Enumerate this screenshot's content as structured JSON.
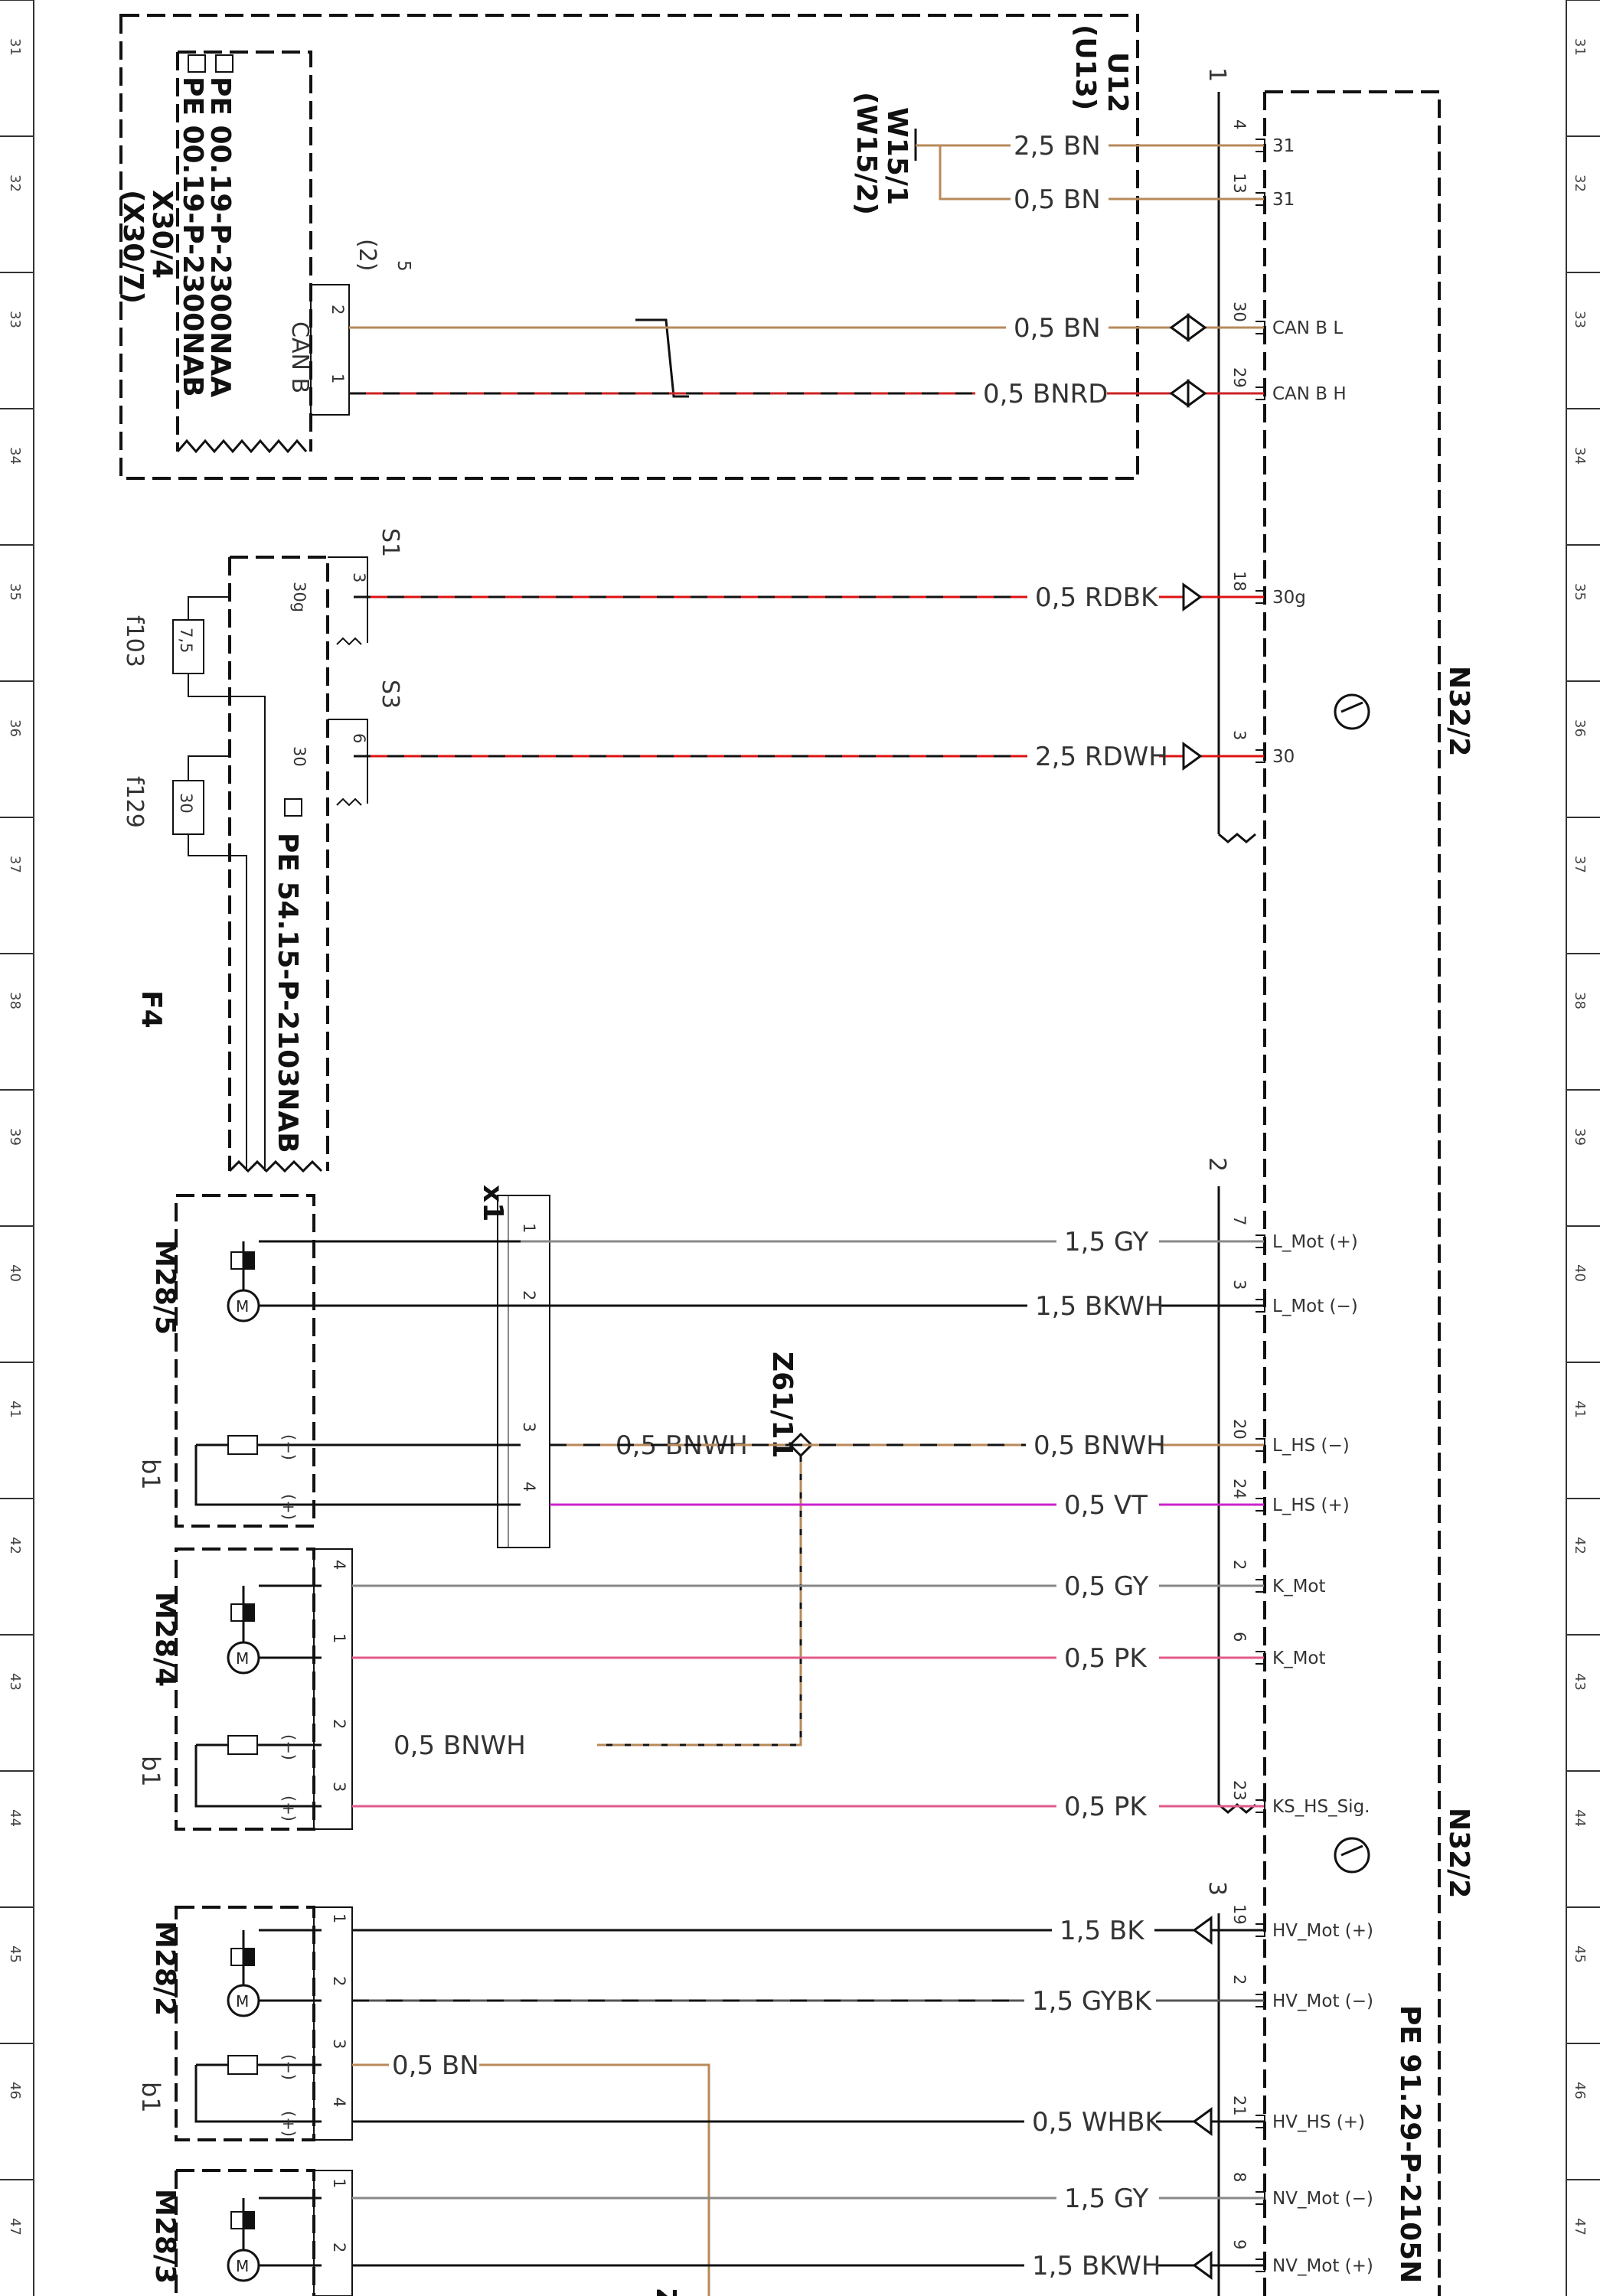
{
  "ruler": {
    "numbers": [
      "31",
      "32",
      "33",
      "34",
      "35",
      "36",
      "37",
      "38",
      "39",
      "40",
      "41",
      "42",
      "43",
      "44",
      "45",
      "46",
      "47"
    ]
  },
  "top": {
    "module_name": "U12",
    "module_alt": "(U13)",
    "ground_name": "W15/1",
    "ground_alt": "(W15/2)",
    "connector_name": "X30/4",
    "connector_alt": "(X30/7)",
    "connector_pin_count": "5",
    "connector_pin_alt": "(2)",
    "connector_signal": "CAN B",
    "ref_a": "PE 00.19-P-2300NAA",
    "ref_b": "PE 00.19-P-2300NAB",
    "conn_pin_1": "1",
    "conn_pin_2": "2"
  },
  "fuse_box": {
    "name": "F4",
    "ref": "PE 54.15-P-2103NAB",
    "fuse1_name": "f103",
    "fuse1_value": "7,5",
    "fuse2_name": "f129",
    "fuse2_value": "30",
    "s1_label": "S1",
    "s3_label": "S3",
    "s1_pin": "3",
    "s3_pin": "6",
    "terminal_30g": "30g",
    "terminal_30": "30"
  },
  "ecu": {
    "name": "N32/2",
    "name_repeat": "N32/2",
    "ref": "PE 91.29-P-2105N",
    "connector_1": "1",
    "connector_2": "2",
    "connector_3": "3"
  },
  "wires": [
    {
      "label": "2,5 BN",
      "pin": "4",
      "signal": "31",
      "color": "#b8895a"
    },
    {
      "label": "0,5 BN",
      "pin": "13",
      "signal": "31",
      "color": "#b8895a"
    },
    {
      "label": "0,5 BN",
      "pin": "30",
      "signal": "CAN B L",
      "color": "#b8895a"
    },
    {
      "label": "0,5 BNRD",
      "pin": "29",
      "signal": "CAN B H",
      "color": "#cc2222"
    },
    {
      "label": "0,5 RDBK",
      "pin": "18",
      "signal": "30g",
      "color": "#dd1111"
    },
    {
      "label": "2,5 RDWH",
      "pin": "3",
      "signal": "30",
      "color": "#dd1111"
    },
    {
      "label": "1,5 GY",
      "pin": "7",
      "signal": "L_Mot (+)",
      "color": "#888888"
    },
    {
      "label": "1,5 BKWH",
      "pin": "3",
      "signal": "L_Mot (−)",
      "color": "#111111"
    },
    {
      "label": "0,5 BNWH",
      "pin": "20",
      "signal": "L_HS (−)",
      "color": "#b8895a"
    },
    {
      "label": "0,5 VT",
      "pin": "24",
      "signal": "L_HS (+)",
      "color": "#cc22cc"
    },
    {
      "label": "0,5 GY",
      "pin": "2",
      "signal": "K_Mot",
      "color": "#888888"
    },
    {
      "label": "0,5 PK",
      "pin": "6",
      "signal": "K_Mot",
      "color": "#e05a8a"
    },
    {
      "label": "0,5 PK",
      "pin": "23",
      "signal": "KS_HS_Sig.",
      "color": "#e05a8a"
    },
    {
      "label": "1,5 BK",
      "pin": "19",
      "signal": "HV_Mot (+)",
      "color": "#111111"
    },
    {
      "label": "1,5 GYBK",
      "pin": "2",
      "signal": "HV_Mot (−)",
      "color": "#555555"
    },
    {
      "label": "0,5 WHBK",
      "pin": "21",
      "signal": "HV_HS (+)",
      "color": "#111111"
    },
    {
      "label": "1,5 GY",
      "pin": "8",
      "signal": "NV_Mot (−)",
      "color": "#888888"
    },
    {
      "label": "1,5 BKWH",
      "pin": "9",
      "signal": "NV_Mot (+)",
      "color": "#111111"
    }
  ],
  "x1": {
    "name": "x1",
    "pins": [
      "1",
      "2",
      "3",
      "4"
    ]
  },
  "splice": {
    "name": "Z61/11",
    "label_left": "0,5 BNWH"
  },
  "motors": [
    {
      "name": "M28/5",
      "pins": [
        "",
        ""
      ]
    },
    {
      "name": "M28/4",
      "pins": [
        "4",
        "1"
      ]
    },
    {
      "name": "M28/2",
      "pins": [
        "1",
        "2"
      ]
    },
    {
      "name": "M28/3",
      "pins": [
        "1",
        "2"
      ]
    }
  ],
  "sensors": [
    {
      "name": "b1",
      "pins": [
        "",
        ""
      ],
      "minus": "(−)",
      "plus": "(+)"
    },
    {
      "name": "b1",
      "pins": [
        "2",
        "3"
      ],
      "minus": "(−)",
      "plus": "(+)"
    },
    {
      "name": "b1",
      "pins": [
        "3",
        "4"
      ],
      "minus": "(−)",
      "plus": "(+)"
    }
  ],
  "lower": {
    "bnwh_m28_4": "0,5 BNWH",
    "bn_m28_2": "0,5 BN",
    "bottom_cut_label": "Z"
  }
}
